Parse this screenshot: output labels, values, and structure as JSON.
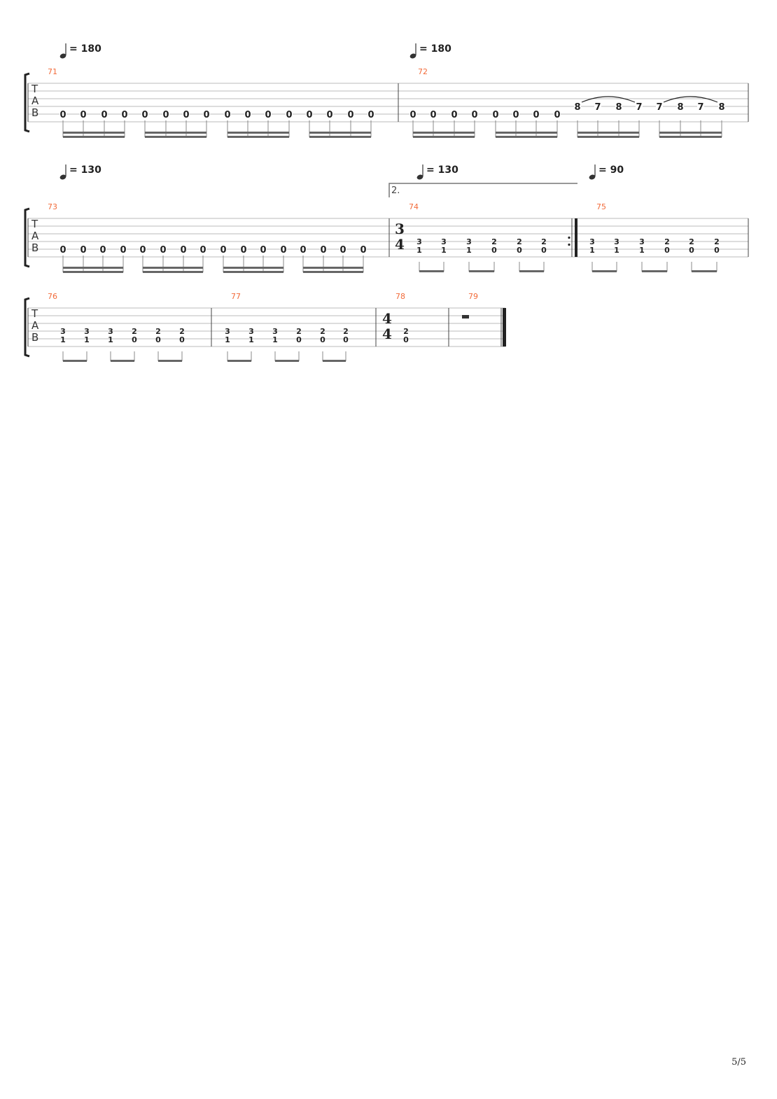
{
  "page_number": "5/5",
  "tab_clef": [
    "T",
    "A",
    "B"
  ],
  "colors": {
    "bar_number": "#f26b3a",
    "staff_line": "#bbbbbb",
    "notes": "#222222",
    "beams": "#666666"
  },
  "systems": [
    {
      "measures": [
        {
          "number": "71",
          "tempo": "= 180",
          "notes": [
            [
              0,
              5
            ],
            [
              0,
              5
            ],
            [
              0,
              5
            ],
            [
              0,
              5
            ],
            [
              0,
              5
            ],
            [
              0,
              5
            ],
            [
              0,
              5
            ],
            [
              0,
              5
            ],
            [
              0,
              5
            ],
            [
              0,
              5
            ],
            [
              0,
              5
            ],
            [
              0,
              5
            ],
            [
              0,
              5
            ],
            [
              0,
              5
            ],
            [
              0,
              5
            ],
            [
              0,
              5
            ]
          ],
          "beam": "sixteenth",
          "group": 4
        },
        {
          "number": "72",
          "tempo": "= 180",
          "notes": [
            [
              0,
              5
            ],
            [
              0,
              5
            ],
            [
              0,
              5
            ],
            [
              0,
              5
            ],
            [
              0,
              5
            ],
            [
              0,
              5
            ],
            [
              0,
              5
            ],
            [
              0,
              5
            ],
            [
              8,
              4
            ],
            [
              7,
              4
            ],
            [
              8,
              4
            ],
            [
              7,
              4
            ],
            [
              7,
              4
            ],
            [
              8,
              4
            ],
            [
              7,
              4
            ],
            [
              8,
              4
            ]
          ],
          "slurs": [
            [
              8,
              11
            ],
            [
              12,
              15
            ]
          ],
          "beam": "sixteenth",
          "group": 4
        }
      ]
    },
    {
      "measures": [
        {
          "number": "73",
          "tempo": "= 130",
          "notes": [
            [
              0,
              5
            ],
            [
              0,
              5
            ],
            [
              0,
              5
            ],
            [
              0,
              5
            ],
            [
              0,
              5
            ],
            [
              0,
              5
            ],
            [
              0,
              5
            ],
            [
              0,
              5
            ],
            [
              0,
              5
            ],
            [
              0,
              5
            ],
            [
              0,
              5
            ],
            [
              0,
              5
            ],
            [
              0,
              5
            ],
            [
              0,
              5
            ],
            [
              0,
              5
            ],
            [
              0,
              5
            ]
          ],
          "beam": "sixteenth",
          "group": 4
        },
        {
          "number": "74",
          "tempo": "= 130",
          "time_signature": [
            "3",
            "4"
          ],
          "volta": "2.",
          "repeat_end": true,
          "chords": [
            [
              "3",
              "1"
            ],
            [
              "3",
              "1"
            ],
            [
              "3",
              "1"
            ],
            [
              "2",
              "0"
            ],
            [
              "2",
              "0"
            ],
            [
              "2",
              "0"
            ]
          ],
          "beam": "eighth",
          "group": 2
        },
        {
          "number": "75",
          "tempo": "= 90",
          "chords": [
            [
              "3",
              "1"
            ],
            [
              "3",
              "1"
            ],
            [
              "3",
              "1"
            ],
            [
              "2",
              "0"
            ],
            [
              "2",
              "0"
            ],
            [
              "2",
              "0"
            ]
          ],
          "beam": "eighth",
          "group": 2
        }
      ]
    },
    {
      "measures": [
        {
          "number": "76",
          "chords": [
            [
              "3",
              "1"
            ],
            [
              "3",
              "1"
            ],
            [
              "3",
              "1"
            ],
            [
              "2",
              "0"
            ],
            [
              "2",
              "0"
            ],
            [
              "2",
              "0"
            ]
          ],
          "beam": "eighth",
          "group": 2
        },
        {
          "number": "77",
          "chords": [
            [
              "3",
              "1"
            ],
            [
              "3",
              "1"
            ],
            [
              "3",
              "1"
            ],
            [
              "2",
              "0"
            ],
            [
              "2",
              "0"
            ],
            [
              "2",
              "0"
            ]
          ],
          "beam": "eighth",
          "group": 2
        },
        {
          "number": "78",
          "time_signature": [
            "4",
            "4"
          ],
          "chords": [
            [
              "2",
              "0"
            ]
          ],
          "beam": "none"
        },
        {
          "number": "79",
          "rest": "whole",
          "final_bar": true
        }
      ]
    }
  ]
}
